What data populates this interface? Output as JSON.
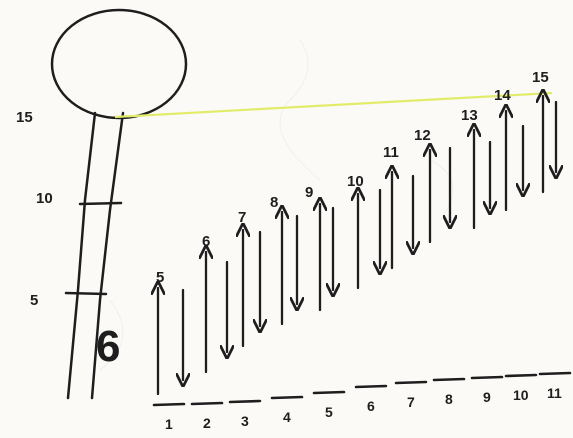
{
  "colors": {
    "ink": "#1e1e1e",
    "highlight": "#e2ec6a",
    "paper": "#fbfaf7"
  },
  "drawing": {
    "stick_scale_labels": [
      "15",
      "10",
      "5"
    ],
    "stick_mark": "6",
    "arrow_top_labels": [
      "5",
      "6",
      "7",
      "8",
      "9",
      "10",
      "11",
      "12",
      "13",
      "14",
      "15"
    ],
    "baseline_labels": [
      "1",
      "2",
      "3",
      "4",
      "5",
      "6",
      "7",
      "8",
      "9",
      "10",
      "11"
    ]
  }
}
